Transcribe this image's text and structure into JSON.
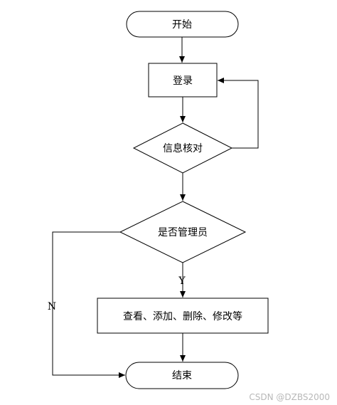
{
  "flowchart": {
    "nodes": {
      "start": "开始",
      "login": "登录",
      "verify": "信息核对",
      "is_admin": "是否管理员",
      "operations": "查看、添加、删除、修改等",
      "end": "结束"
    },
    "edge_labels": {
      "yes": "Y",
      "no": "N"
    }
  },
  "watermark": "CSDN @DZBS2000",
  "colors": {
    "line": "#000000",
    "background": "#ffffff"
  }
}
